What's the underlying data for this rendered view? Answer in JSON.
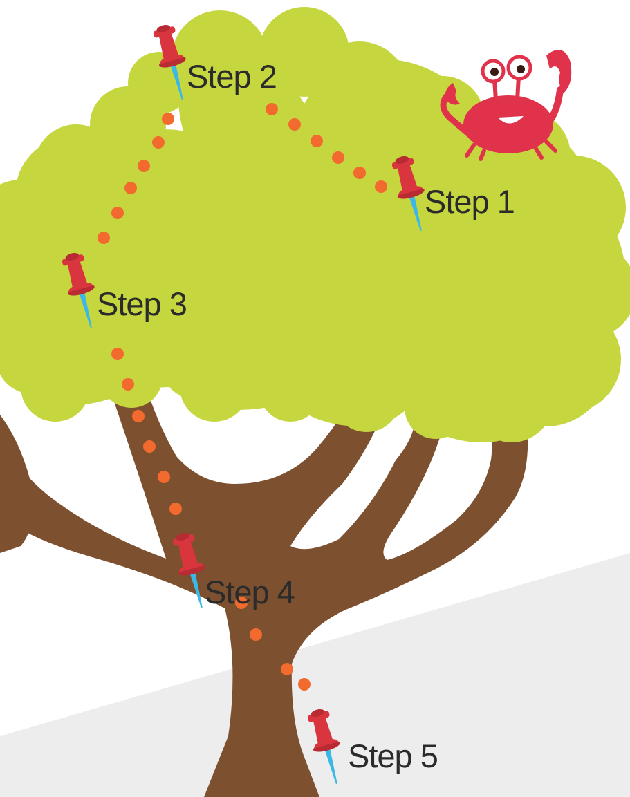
{
  "colors": {
    "canopy": "#C5D63F",
    "trunk": "#7D5130",
    "path_dots": "#F26A2E",
    "pin_head": "#D9353E",
    "pin_needle": "#3CB8E6",
    "crab": "#E0334B",
    "label_text": "#2B2B2B",
    "ground": "#EDEDEE"
  },
  "steps": [
    {
      "label": "Step 1",
      "icon": "push-pin-icon"
    },
    {
      "label": "Step 2",
      "icon": "push-pin-icon"
    },
    {
      "label": "Step 3",
      "icon": "push-pin-icon"
    },
    {
      "label": "Step 4",
      "icon": "push-pin-icon"
    },
    {
      "label": "Step 5",
      "icon": "push-pin-icon"
    }
  ],
  "mascot": {
    "icon": "crab-icon"
  }
}
